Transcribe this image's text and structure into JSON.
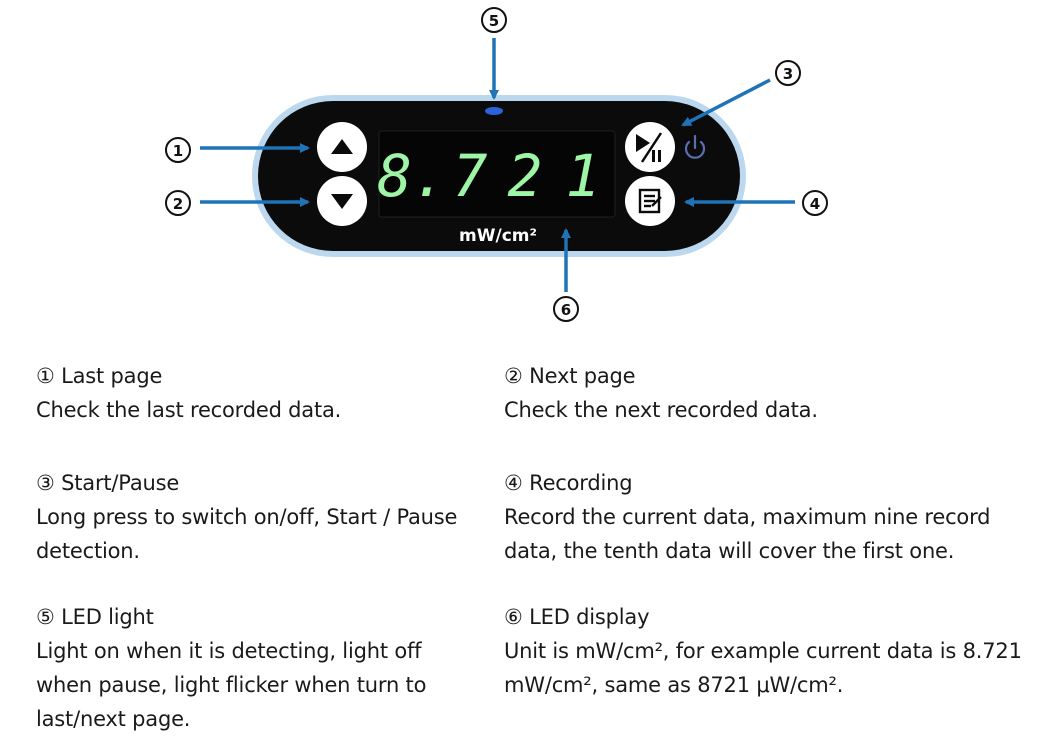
{
  "device": {
    "display_value": "8.721",
    "digits": [
      "8.",
      "7",
      "2",
      "1"
    ],
    "unit": "mW/cm²",
    "colors": {
      "outer_ring": "#bcd8ef",
      "body": "#0b0b0b",
      "screen": "#050505",
      "digit": "#9df5a5",
      "led": "#2b64d8",
      "power_icon": "#5a6fb0",
      "button": "#ffffff",
      "arrow": "#1f73b7"
    },
    "icons": {
      "up_button": "triangle-up-icon",
      "down_button": "triangle-down-icon",
      "start_pause_button": "play-pause-icon",
      "record_button": "notepad-icon",
      "power": "power-icon"
    }
  },
  "callouts": {
    "c1": "①",
    "c2": "②",
    "c3": "③",
    "c4": "④",
    "c5": "⑤",
    "c6": "⑥"
  },
  "descriptions": [
    {
      "num": "①",
      "title": "Last page",
      "body": "Check the last recorded data."
    },
    {
      "num": "②",
      "title": "Next page",
      "body": "Check the next recorded data."
    },
    {
      "num": "③",
      "title": "Start/Pause",
      "body": "Long press to switch on/off,   Start / Pause detection."
    },
    {
      "num": "④",
      "title": "Recording",
      "body": "Record the current data, maximum nine record data, the tenth data will cover the first one."
    },
    {
      "num": "⑤",
      "title": "LED light",
      "body": "Light on when it is detecting, light off when pause, light flicker when turn to last/next page."
    },
    {
      "num": "⑥",
      "title": "LED display",
      "body": "Unit is mW/cm², for example current data is 8.721 mW/cm², same as 8721 μW/cm²."
    }
  ]
}
